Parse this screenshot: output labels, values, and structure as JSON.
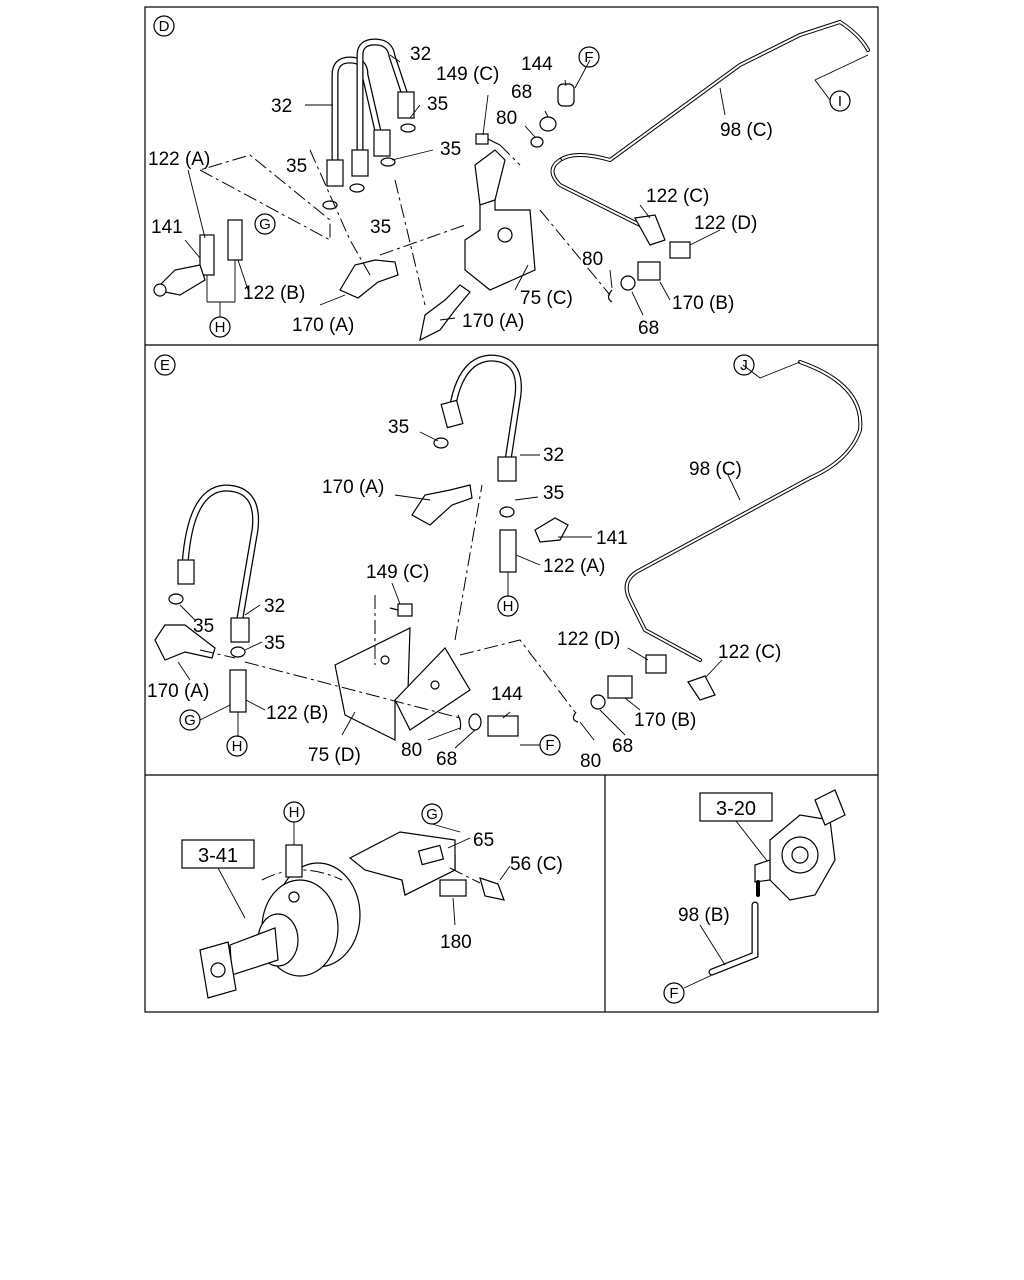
{
  "panels": {
    "D": {
      "tag": "D",
      "labels": {
        "l32a": "32",
        "l32b": "32",
        "l35a": "35",
        "l35b": "35",
        "l35c": "35",
        "l35d": "35",
        "l122a": "122 (A)",
        "l122b": "122 (B)",
        "l122c": "122 (C)",
        "l122d": "122 (D)",
        "l141": "141",
        "l144": "144",
        "l149c": "149 (C)",
        "l68a": "68",
        "l68b": "68",
        "l80a": "80",
        "l80b": "80",
        "l98c": "98 (C)",
        "l75c": "75 (C)",
        "l170a1": "170 (A)",
        "l170a2": "170 (A)",
        "l170b": "170 (B)"
      },
      "refs": {
        "F": "F",
        "G": "G",
        "H": "H",
        "I": "I"
      }
    },
    "E": {
      "tag": "E",
      "labels": {
        "l35a": "35",
        "l35b": "35",
        "l35c": "35",
        "l35d": "35",
        "l32a": "32",
        "l32b": "32",
        "l170a1": "170 (A)",
        "l170a2": "170 (A)",
        "l98c": "98 (C)",
        "l141": "141",
        "l122a": "122 (A)",
        "l122b": "122 (B)",
        "l122c": "122 (C)",
        "l122d": "122 (D)",
        "l149c": "149 (C)",
        "l144": "144",
        "l75d": "75 (D)",
        "l80a": "80",
        "l80b": "80",
        "l68a": "68",
        "l68b": "68",
        "l170b": "170 (B)"
      },
      "refs": {
        "F": "F",
        "G": "G",
        "H1": "H",
        "H2": "H",
        "J": "J"
      }
    },
    "bottom_left": {
      "ref_box": "3-41",
      "labels": {
        "l65": "65",
        "l56c": "56 (C)",
        "l180": "180"
      },
      "refs": {
        "G": "G",
        "H": "H"
      }
    },
    "bottom_right": {
      "ref_box": "3-20",
      "labels": {
        "l98b": "98 (B)"
      },
      "refs": {
        "F": "F"
      }
    }
  }
}
